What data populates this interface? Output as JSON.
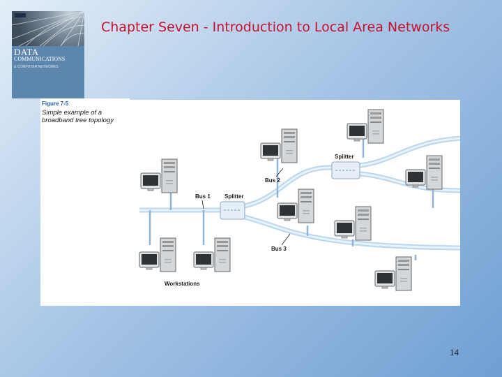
{
  "slide": {
    "title": "Chapter Seven - Introduction to Local Area Networks",
    "page_number": "14"
  },
  "book_cover": {
    "title": "DATA",
    "subtitle": "COMMUNICATIONS",
    "line3": "& COMPUTER NETWORKS"
  },
  "figure": {
    "number": "Figure 7-5",
    "caption": "Simple example of a broadband tree topology"
  },
  "diagram": {
    "labels": {
      "bus1": "Bus 1",
      "bus2": "Bus 2",
      "bus3": "Bus 3",
      "splitter_left": "Splitter",
      "splitter_right": "Splitter",
      "workstations": "Workstations"
    }
  }
}
